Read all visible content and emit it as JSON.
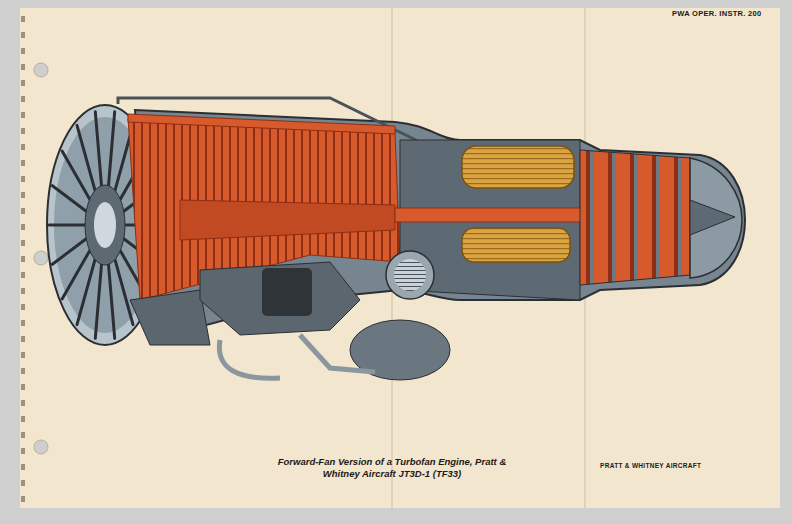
{
  "diagram": {
    "caption": "Forward-Fan Version of a Turbofan Engine, Pratt & Whitney Aircraft JT3D-1 (TF33)",
    "labels": [
      "PWA OPER. INSTR. 200",
      "PRATT & WHITNEY AIRCRAFT"
    ]
  }
}
